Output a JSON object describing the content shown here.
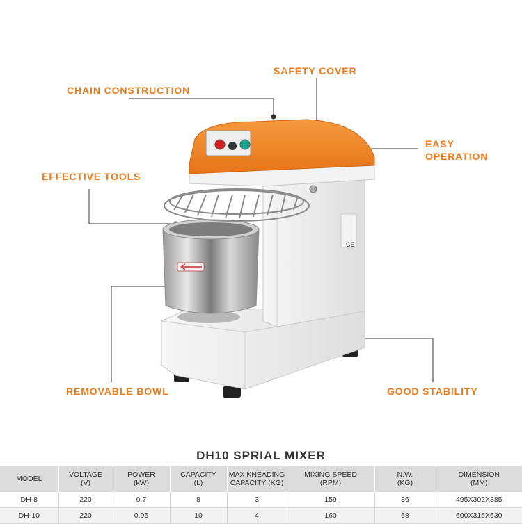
{
  "callouts": {
    "safety_cover": "SAFETY COVER",
    "chain_construction": "CHAIN CONSTRUCTION",
    "easy_line1": "EASY",
    "easy_line2": "OPERATION",
    "effective_tools": "EFFECTIVE TOOLS",
    "removable_bowl": "REMOVABLE BOWL",
    "good_stability": "GOOD STABILITY"
  },
  "accent_color": "#f07a1a",
  "product": {
    "ce_mark": "CE"
  },
  "table": {
    "title": "DH10 SPRIAL MIXER",
    "headers": [
      [
        "MODEL",
        ""
      ],
      [
        "VOLTAGE",
        "(V)"
      ],
      [
        "POWER",
        "(kW)"
      ],
      [
        "CAPACITY",
        "(L)"
      ],
      [
        "MAX KNEADING",
        "CAPACITY (KG)"
      ],
      [
        "MIXING SPEED",
        "(RPM)"
      ],
      [
        "N.W.",
        "(KG)"
      ],
      [
        "DIMENSION",
        "(MM)"
      ]
    ],
    "rows": [
      [
        "DH-8",
        "220",
        "0.7",
        "8",
        "3",
        "159",
        "36",
        "495X302X385"
      ],
      [
        "DH-10",
        "220",
        "0.95",
        "10",
        "4",
        "160",
        "58",
        "600X315X630"
      ]
    ]
  }
}
